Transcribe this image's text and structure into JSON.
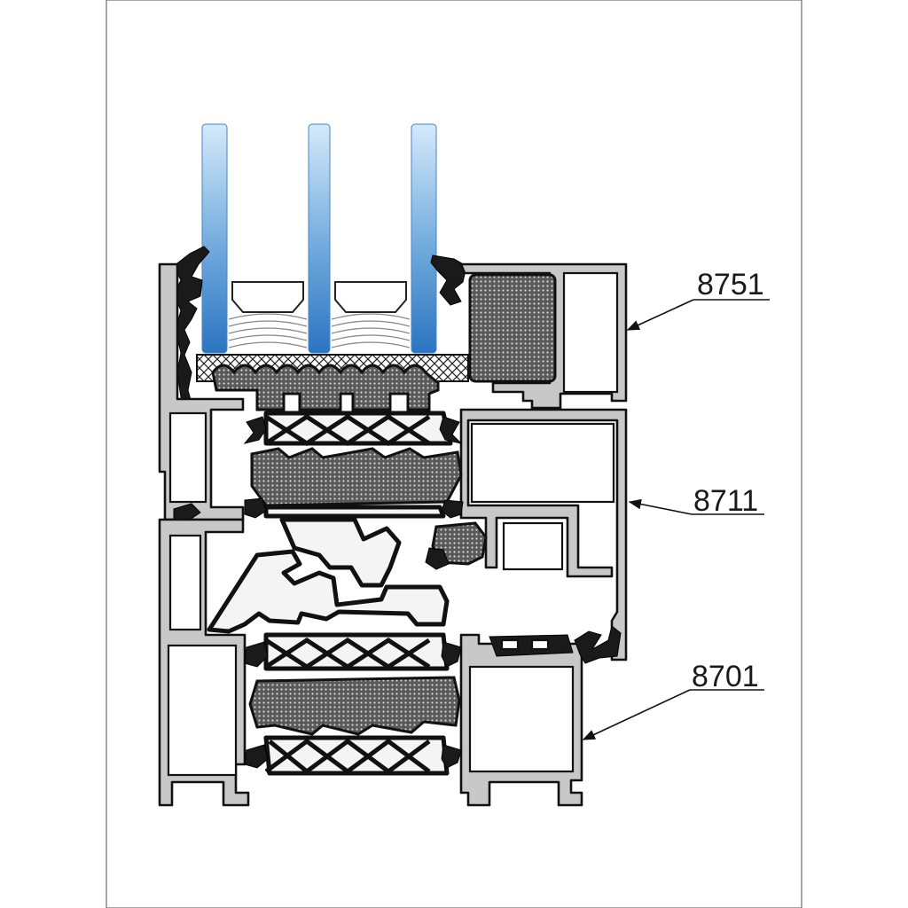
{
  "callouts": [
    {
      "label": "8751",
      "target": "glazing-bead-profile"
    },
    {
      "label": "8711",
      "target": "sash-profile"
    },
    {
      "label": "8701",
      "target": "frame-profile"
    }
  ],
  "colors": {
    "aluminium": "#c8c8c8",
    "glass_top": "#cfe6f7",
    "glass_bottom": "#2e78c4",
    "gasket": "#1a1a1a",
    "outline": "#111111"
  }
}
